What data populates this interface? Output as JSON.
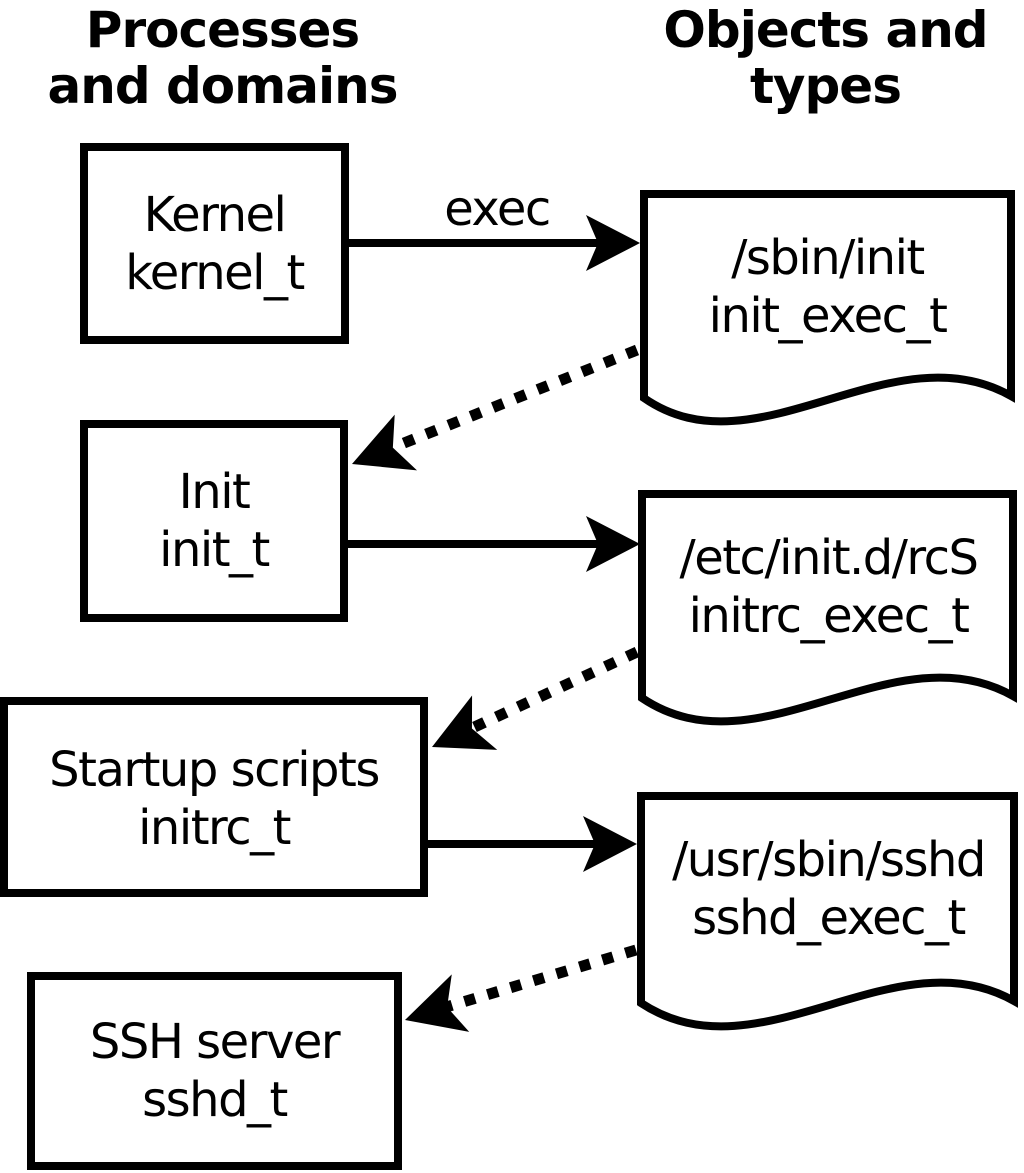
{
  "headers": {
    "left": "Processes\nand domains",
    "right": "Objects and\ntypes"
  },
  "labels": {
    "exec": "exec"
  },
  "processes": [
    {
      "label": "Kernel",
      "type": "kernel_t"
    },
    {
      "label": "Init",
      "type": "init_t"
    },
    {
      "label": "Startup scripts",
      "type": "initrc_t"
    },
    {
      "label": "SSH server",
      "type": "sshd_t"
    }
  ],
  "objects": [
    {
      "path": "/sbin/init",
      "type": "init_exec_t"
    },
    {
      "path": "/etc/init.d/rcS",
      "type": "initrc_exec_t"
    },
    {
      "path": "/usr/sbin/sshd",
      "type": "sshd_exec_t"
    }
  ],
  "edges": [
    {
      "from": "Kernel (kernel_t)",
      "to": "/sbin/init (init_exec_t)",
      "style": "solid",
      "label": "exec"
    },
    {
      "from": "/sbin/init (init_exec_t)",
      "to": "Init (init_t)",
      "style": "dotted",
      "label": ""
    },
    {
      "from": "Init (init_t)",
      "to": "/etc/init.d/rcS (initrc_exec_t)",
      "style": "solid",
      "label": ""
    },
    {
      "from": "/etc/init.d/rcS (initrc_exec_t)",
      "to": "Startup scripts (initrc_t)",
      "style": "dotted",
      "label": ""
    },
    {
      "from": "Startup scripts (initrc_t)",
      "to": "/usr/sbin/sshd (sshd_exec_t)",
      "style": "solid",
      "label": ""
    },
    {
      "from": "/usr/sbin/sshd (sshd_exec_t)",
      "to": "SSH server (sshd_t)",
      "style": "dotted",
      "label": ""
    }
  ],
  "colors": {
    "foreground": "#000000",
    "background": "#ffffff"
  }
}
